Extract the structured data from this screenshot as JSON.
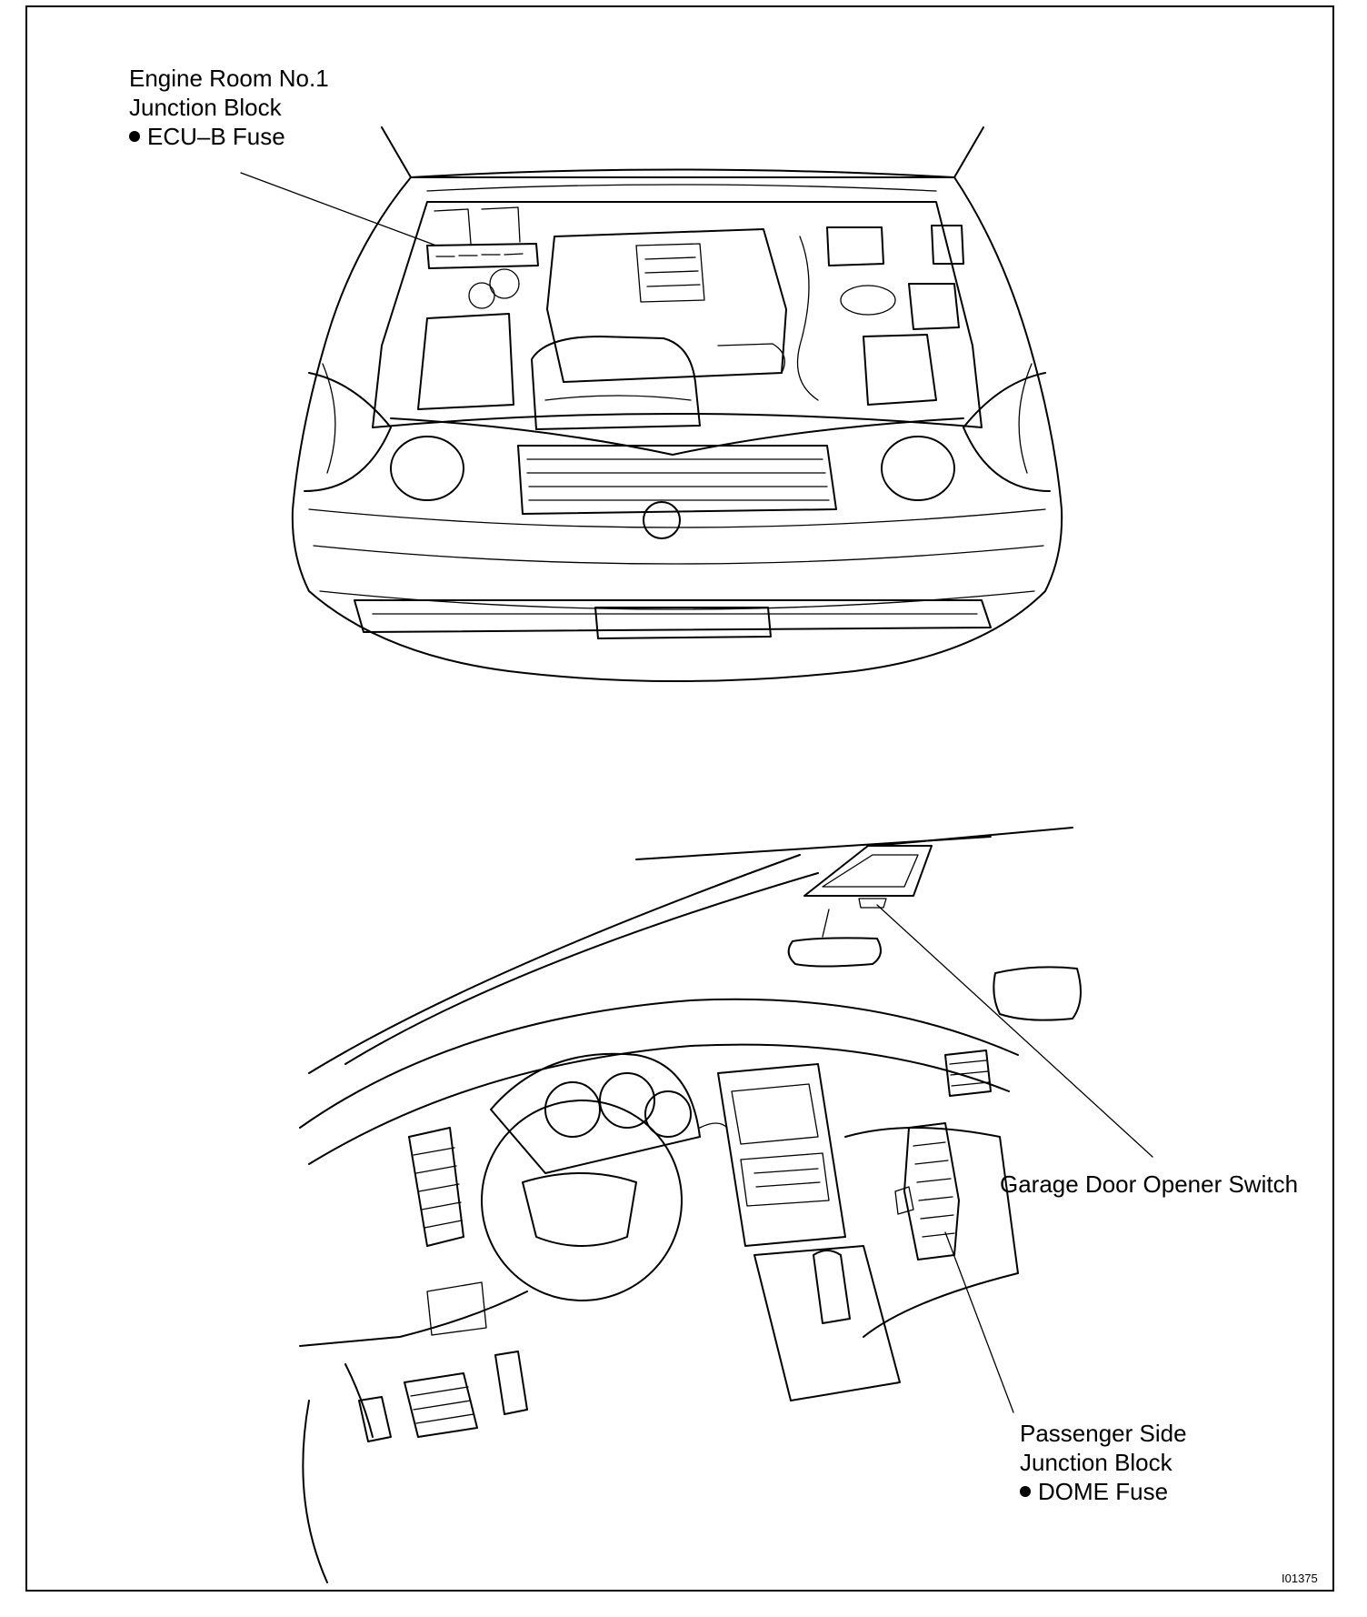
{
  "callouts": {
    "engine_room": {
      "line1": "Engine Room No.1",
      "line2": "Junction Block",
      "item": "ECU–B Fuse"
    },
    "garage_door": {
      "label": "Garage Door Opener Switch"
    },
    "passenger_side": {
      "line1": "Passenger Side",
      "line2": "Junction Block",
      "item": "DOME Fuse"
    }
  },
  "figure_id": "I01375",
  "icons": [
    "engine-bay-illustration",
    "dashboard-illustration",
    "bullet-icon"
  ],
  "colors": {
    "ink": "#000000",
    "paper": "#ffffff"
  }
}
